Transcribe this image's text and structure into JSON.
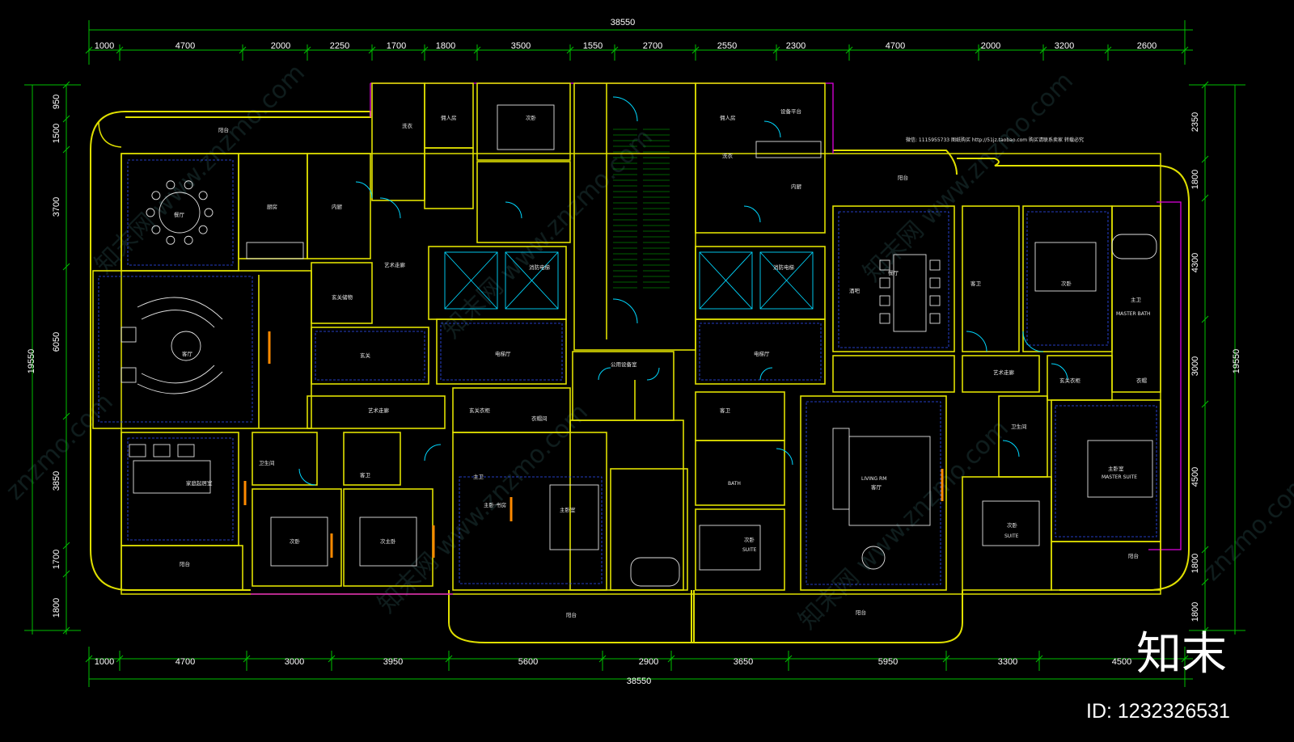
{
  "overall": {
    "top_total": "38550",
    "bottom_total": "38550",
    "left_total": "19550",
    "right_total": "19550"
  },
  "dims_top": [
    "1000",
    "4700",
    "2000",
    "2250",
    "1700",
    "1800",
    "3500",
    "1550",
    "2700",
    "2550",
    "2300",
    "4700",
    "2000",
    "3200",
    "2600"
  ],
  "dims_bottom": [
    "1000",
    "4700",
    "3000",
    "3950",
    "5600",
    "2900",
    "3650",
    "5950",
    "3300",
    "4500"
  ],
  "dims_left": [
    "950",
    "1500",
    "3700",
    "6050",
    "3850",
    "1700",
    "1800"
  ],
  "dims_right": [
    "2350",
    "1800",
    "4300",
    "3000",
    "4500",
    "1800",
    "1800"
  ],
  "rooms": [
    {
      "id": "balcony-top-left",
      "text": "阳台"
    },
    {
      "id": "dining-left",
      "text": "餐厅"
    },
    {
      "id": "kitchen-left-1",
      "text": "厨房"
    },
    {
      "id": "kitchen-left-2",
      "text": "内厨"
    },
    {
      "id": "laundry",
      "text": "洗衣"
    },
    {
      "id": "maid-room",
      "text": "佣人房"
    },
    {
      "id": "bedroom-top-1",
      "text": "次卧"
    },
    {
      "id": "lift-hall-left",
      "text": "消防电梯"
    },
    {
      "id": "art-corridor-1",
      "text": "艺术走廊"
    },
    {
      "id": "wine-cellar",
      "text": "玄关储物"
    },
    {
      "id": "foyer-left",
      "text": "玄关"
    },
    {
      "id": "living-left",
      "text": "客厅"
    },
    {
      "id": "elevator-hall-left",
      "text": "电梯厅"
    },
    {
      "id": "equip-room",
      "text": "公用设备室"
    },
    {
      "id": "art-corridor-2",
      "text": "艺术走廊"
    },
    {
      "id": "foyer-left-2",
      "text": "玄关衣柜"
    },
    {
      "id": "bath-left-1",
      "text": "卫生间"
    },
    {
      "id": "family-room",
      "text": "家庭起居室"
    },
    {
      "id": "bath-left-2",
      "text": "客卫"
    },
    {
      "id": "bath-left-3",
      "text": "主卫"
    },
    {
      "id": "bedroom-left-1",
      "text": "次卧"
    },
    {
      "id": "bedroom-left-2",
      "text": "次主卧"
    },
    {
      "id": "balcony-bottom-left",
      "text": "阳台"
    },
    {
      "id": "master-closet",
      "text": "衣帽间"
    },
    {
      "id": "master-bed-mid",
      "text": "主卧·书房"
    },
    {
      "id": "master-bed-mid-2",
      "text": "主卧室"
    },
    {
      "id": "balcony-bottom-mid-1",
      "text": "阳台"
    },
    {
      "id": "balcony-bottom-mid-2",
      "text": "阳台"
    },
    {
      "id": "maid-room-right",
      "text": "佣人房"
    },
    {
      "id": "equip-room-right",
      "text": "设备平台"
    },
    {
      "id": "laundry-right",
      "text": "洗衣"
    },
    {
      "id": "kitchen-right",
      "text": "内厨"
    },
    {
      "id": "lift-hall-right",
      "text": "消防电梯"
    },
    {
      "id": "elevator-hall-right",
      "text": "电梯厅"
    },
    {
      "id": "balcony-top-right",
      "text": "阳台"
    },
    {
      "id": "dining-right",
      "text": "餐厅"
    },
    {
      "id": "bar",
      "text": "酒吧"
    },
    {
      "id": "bedroom-right-1",
      "text": "次卧"
    },
    {
      "id": "bath-right-1",
      "text": "客卫"
    },
    {
      "id": "master-bath",
      "text": "主卫"
    },
    {
      "id": "master-bath-en",
      "text": "MASTER BATH"
    },
    {
      "id": "art-corridor-3",
      "text": "艺术走廊"
    },
    {
      "id": "foyer-right",
      "text": "玄关衣柜"
    },
    {
      "id": "closet-right",
      "text": "衣帽"
    },
    {
      "id": "bath-right-2",
      "text": "卫生间"
    },
    {
      "id": "living-right",
      "text": "LIVING RM"
    },
    {
      "id": "living-right-cn",
      "text": "客厅"
    },
    {
      "id": "bedroom-right-2",
      "text": "次卧"
    },
    {
      "id": "suite",
      "text": "SUITE"
    },
    {
      "id": "master-suite",
      "text": "主卧室"
    },
    {
      "id": "master-suite-en",
      "text": "MASTER SUITE"
    },
    {
      "id": "powder",
      "text": "客卫"
    },
    {
      "id": "bath-suite",
      "text": "BATH"
    },
    {
      "id": "bedroom-right-3",
      "text": "次卧"
    },
    {
      "id": "suite-2",
      "text": "SUITE"
    },
    {
      "id": "balcony-bottom-right",
      "text": "阳台"
    }
  ],
  "note": "微信: 1115955733 图纸购买 http://51jz.taobao.com 购买请联系卖家 转载必究",
  "watermarks": [
    "知末网 www.znzmo.com",
    "znzmo.com"
  ],
  "brand": {
    "logo": "知末",
    "id_text": "ID: 1232326531"
  },
  "colors": {
    "background": "#000000",
    "dimension_lines": "#00c000",
    "walls": "#e0e000",
    "furniture": "#00d8ff",
    "inner_lines": "#3050ff",
    "boundary": "#e000e0",
    "text": "#ffffff"
  }
}
